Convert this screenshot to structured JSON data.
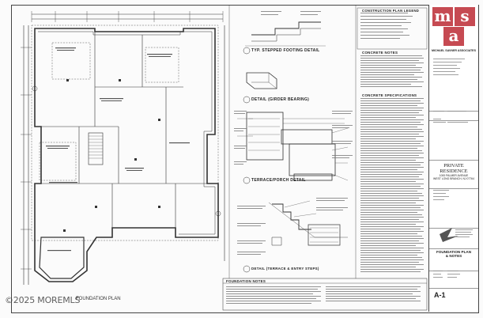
{
  "sheet": {
    "plan_title": "FOUNDATION PLAN",
    "watermark": "©2025 MOREMLS"
  },
  "sections": {
    "legend_title": "CONSTRUCTION PLAN LEGEND",
    "footing_detail": "TYP. STEPPED FOOTING DETAIL",
    "concrete_notes": "CONCRETE NOTES",
    "concrete_specs": "CONCRETE SPECIFICATIONS",
    "girder_detail": "DETAIL (GIRDER BEARING)",
    "terrace_detail": "TERRACE/PORCH DETAIL",
    "entry_steps_detail": "DETAIL (TERRACE & ENTRY STEPS)",
    "foundation_notes": "FOUNDATION NOTES"
  },
  "title_block": {
    "logo_letters": [
      "m",
      "s",
      "a"
    ],
    "firm_name": "MICHAEL SAVNER ASSOCIATES",
    "project_name": "PRIVATE RESIDENCE",
    "project_address_1": "1000 PALMER AVENUE",
    "project_address_2": "WEST LONG BRANCH, NJ 07764",
    "sheet_title_1": "FOUNDATION PLAN",
    "sheet_title_2": "& NOTES",
    "sheet_number": "A-1"
  },
  "colors": {
    "brand": "#c64a52",
    "line": "#444444"
  }
}
